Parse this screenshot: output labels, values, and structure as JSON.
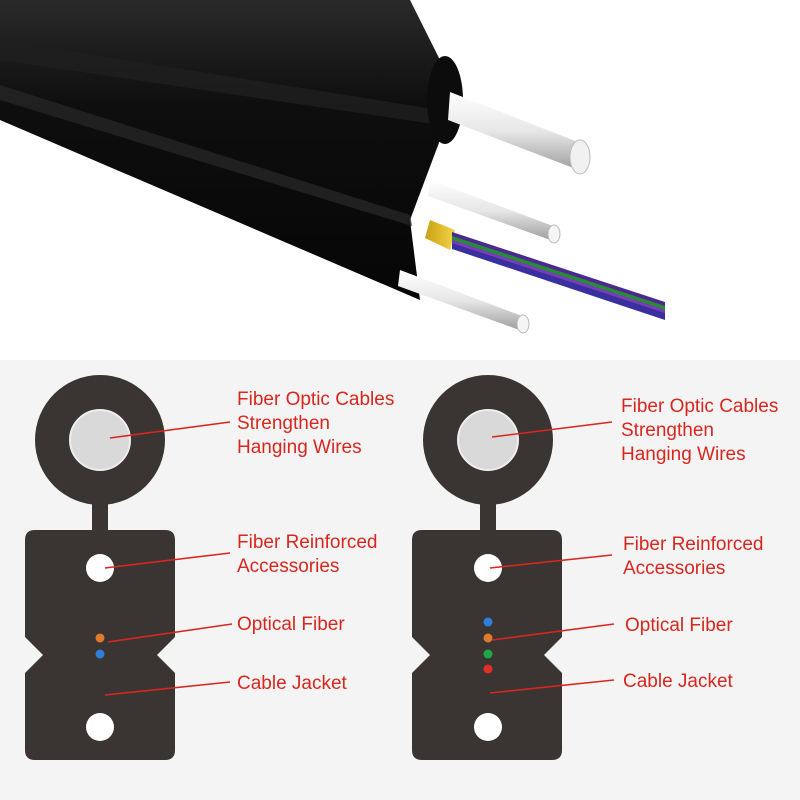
{
  "colors": {
    "label_red": "#d8271f",
    "jacket_dark": "#3a3432",
    "cable_black": "#151515",
    "fiber_orange": "#e07a2e",
    "fiber_blue": "#2f7fd8",
    "fiber_green": "#1fa84a",
    "fiber_red": "#e42d26"
  },
  "diagrams": [
    {
      "fiber_count": 2,
      "labels": {
        "hanging_wire_line1": "Fiber Optic Cables",
        "hanging_wire_line2": "Strengthen",
        "hanging_wire_line3": "Hanging Wires",
        "reinforced_line1": "Fiber Reinforced",
        "reinforced_line2": "Accessories",
        "optical_fiber": "Optical Fiber",
        "cable_jacket": "Cable Jacket"
      }
    },
    {
      "fiber_count": 4,
      "labels": {
        "hanging_wire_line1": "Fiber Optic Cables",
        "hanging_wire_line2": "Strengthen",
        "hanging_wire_line3": "Hanging Wires",
        "reinforced_line1": "Fiber Reinforced",
        "reinforced_line2": "Accessories",
        "optical_fiber": "Optical Fiber",
        "cable_jacket": "Cable Jacket"
      }
    }
  ]
}
